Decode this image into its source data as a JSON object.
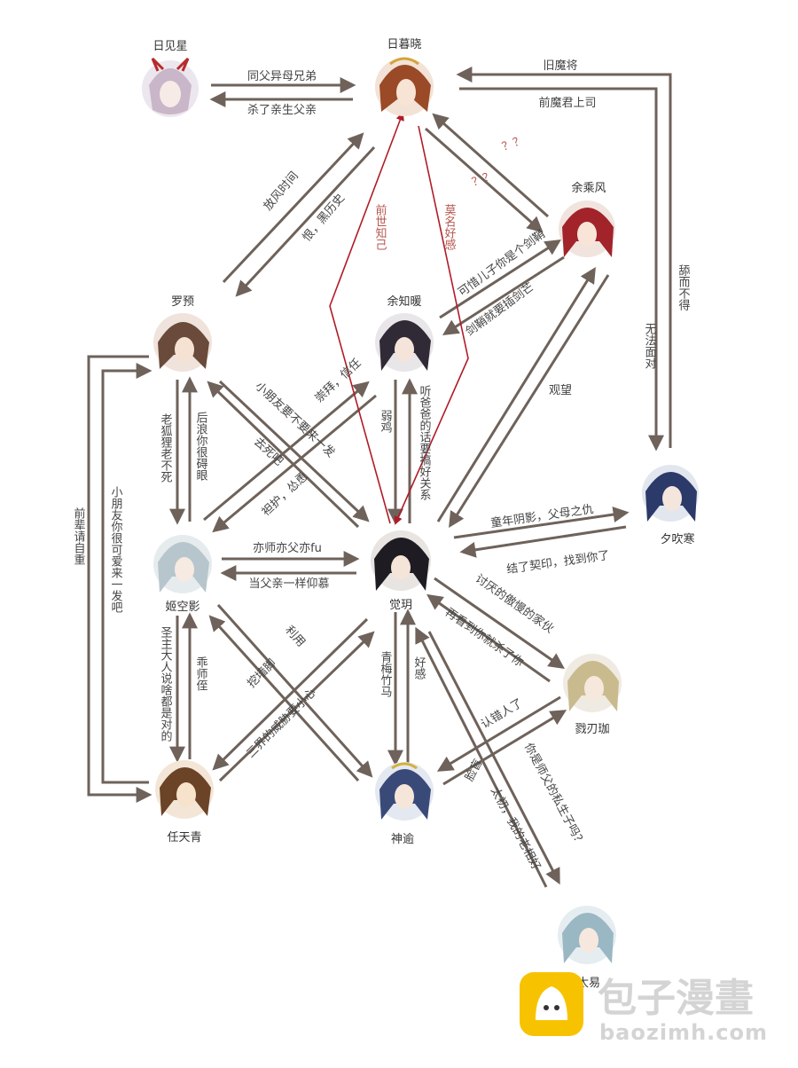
{
  "colors": {
    "arrow": "#6e625a",
    "red_line": "#b01c28",
    "watermark": "#d4d4d4",
    "logo": "#f7c300"
  },
  "characters": {
    "rijianxing": "日见星",
    "rimuxiao": "日暮晓",
    "yuchengfeng": "余乘风",
    "luoyu": "罗预",
    "yuzhinuan": "余知暖",
    "xichuihan": "夕吹寒",
    "jikongying": "姬空影",
    "jueyue": "觉玥",
    "lurenjia": "戮刃珈",
    "rentianqing": "任天青",
    "shenyu": "神逾",
    "taiyi": "太易"
  },
  "relations": {
    "r01": "同父异母兄弟",
    "r02": "杀了亲生父亲",
    "r03": "旧魔将",
    "r04": "前魔君上司",
    "r05": "放风时间",
    "r06": "恨，黑历史",
    "r07": "前世知己",
    "r08": "莫名好感",
    "r09": "？？",
    "r10": "？？",
    "r11": "可惜儿子你是个剑鞘",
    "r12": "剑鞘就要插剑芒",
    "r13": "舔而不得",
    "r14": "无法面对",
    "r15": "观望",
    "r16": "小朋友要不要来一发",
    "r17": "崇拜，信任",
    "r18": "弱鸡",
    "r19": "听爸爸的话要搞好关系",
    "r20": "去死吧",
    "r21": "袒护，怂恿",
    "r22": "老狐狸老不死",
    "r23": "后浪你很碍眼",
    "r24": "前辈请自重",
    "r25": "小朋友你很可爱来一发吧",
    "r26": "童年阴影，父母之仇",
    "r27": "结了契印，找到你了",
    "r28": "亦师亦父亦fu",
    "r29": "当父亲一样仰慕",
    "r30": "讨厌的傲慢的家伙",
    "r31": "再看到你就杀了你",
    "r32": "利用",
    "r33": "挖墙脚",
    "r34": "三界的威胁要小心",
    "r35": "圣主大人说啥都是对的",
    "r36": "乖师侄",
    "r37": "青梅竹马",
    "r38": "好感",
    "r39": "认错人了",
    "r40": "脸盲",
    "r41": "你是师父的私生子吗？",
    "r42": "太初，我的老相好"
  },
  "watermark": {
    "title": "包子漫畫",
    "url": "baozimh.com"
  }
}
